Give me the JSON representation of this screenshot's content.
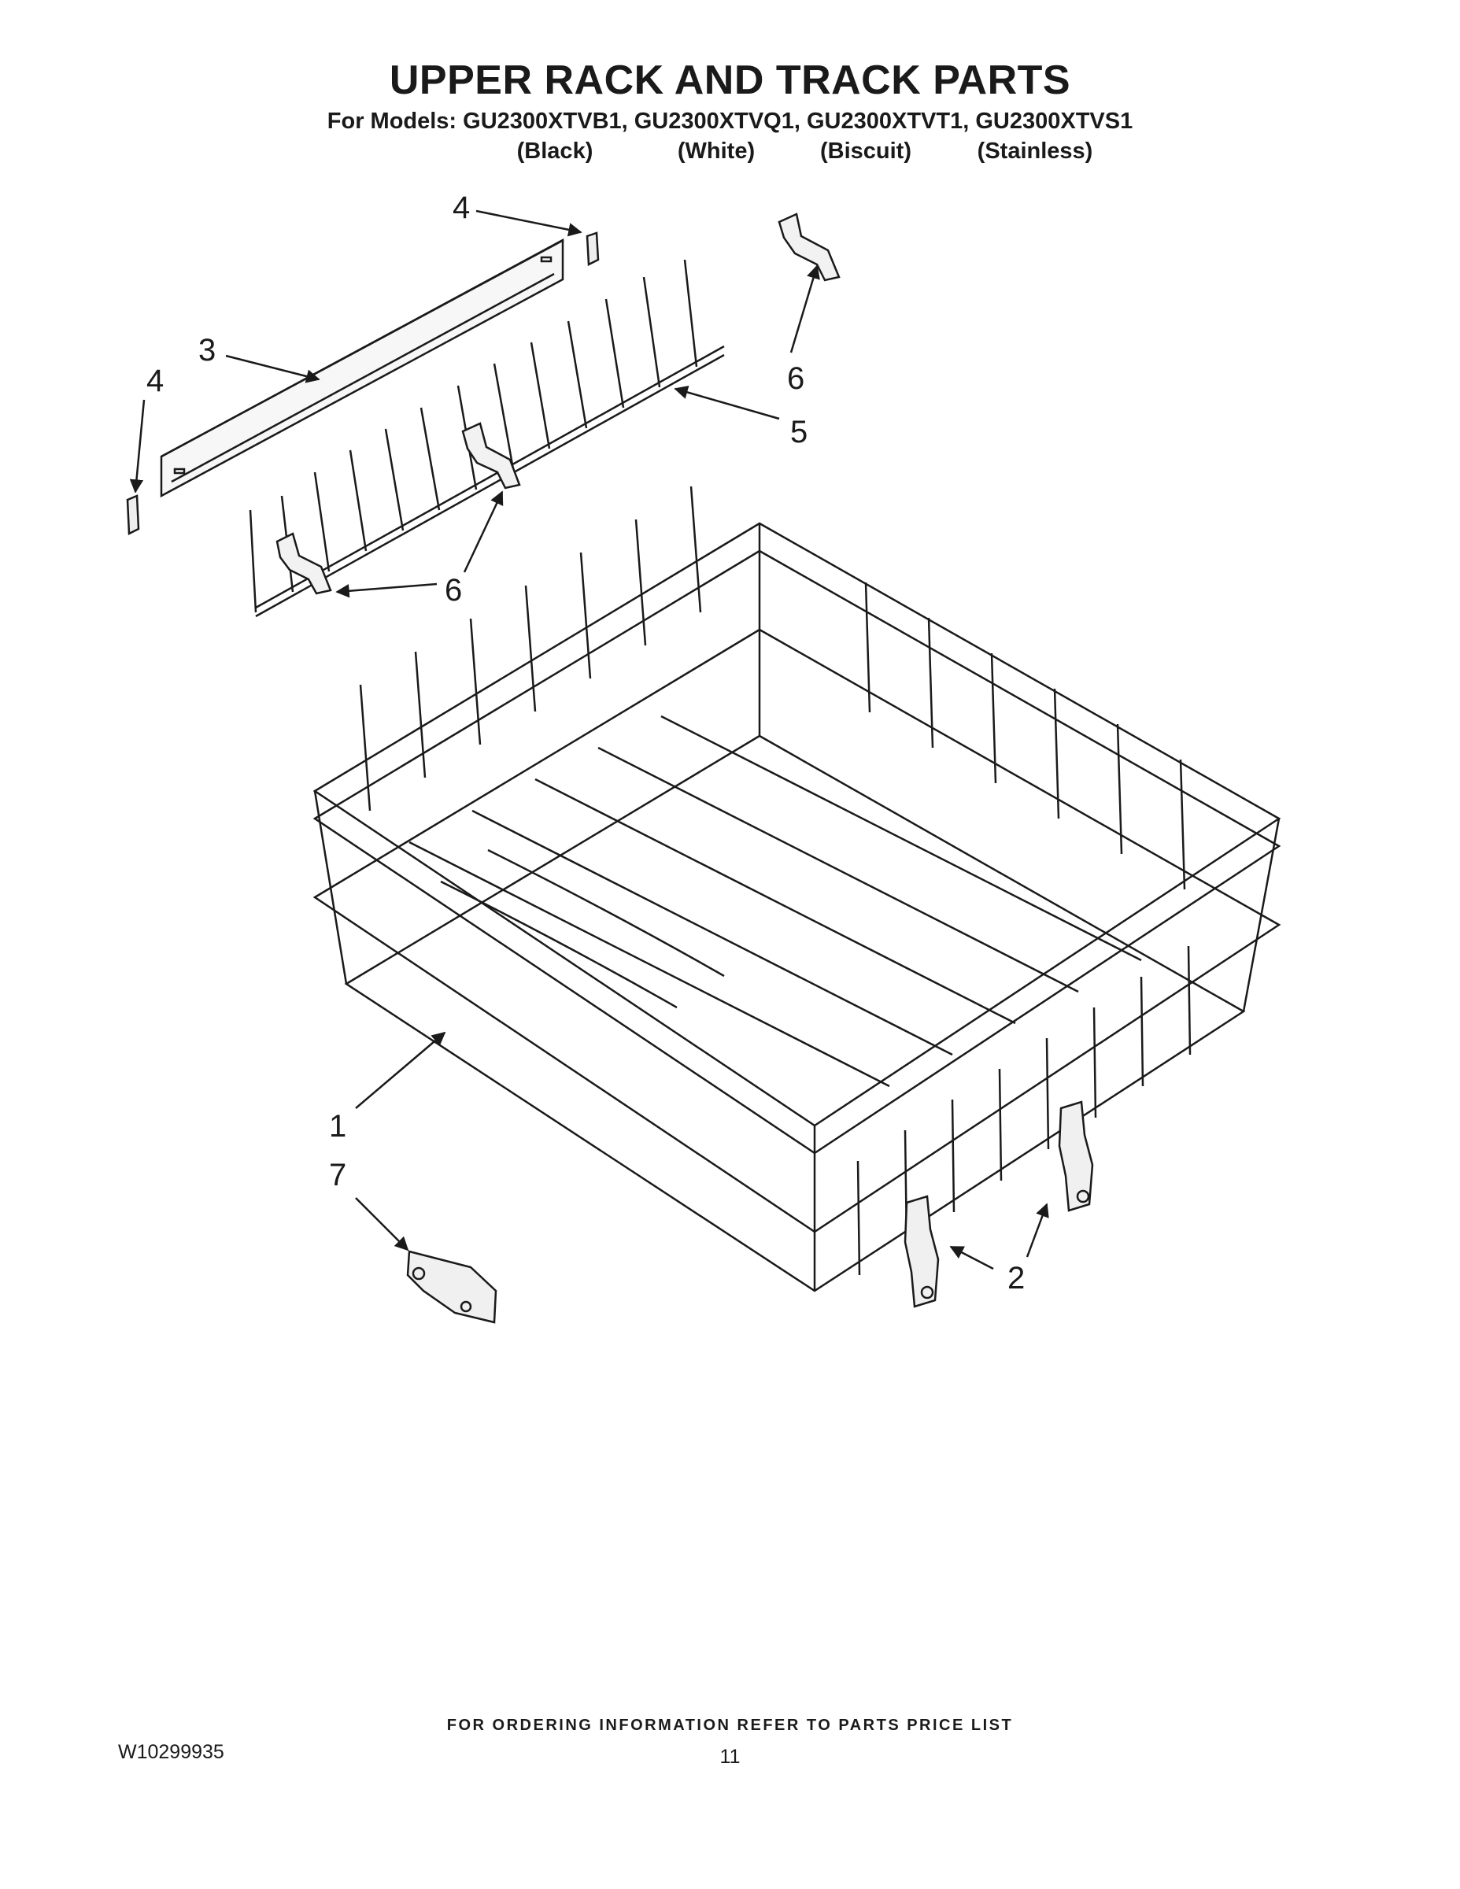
{
  "header": {
    "title": "UPPER RACK AND TRACK PARTS",
    "models_line": "For Models: GU2300XTVB1, GU2300XTVQ1, GU2300XTVT1, GU2300XTVS1",
    "finishes": [
      "(Black)",
      "(White)",
      "(Biscuit)",
      "(Stainless)"
    ]
  },
  "callouts": {
    "c1": "1",
    "c2": "2",
    "c3": "3",
    "c4_top": "4",
    "c4_left": "4",
    "c5": "5",
    "c6_right": "6",
    "c6_mid": "6",
    "c7": "7"
  },
  "footer": {
    "ordering_note": "FOR ORDERING INFORMATION REFER TO PARTS PRICE LIST",
    "doc_number": "W10299935",
    "page_number": "11"
  }
}
